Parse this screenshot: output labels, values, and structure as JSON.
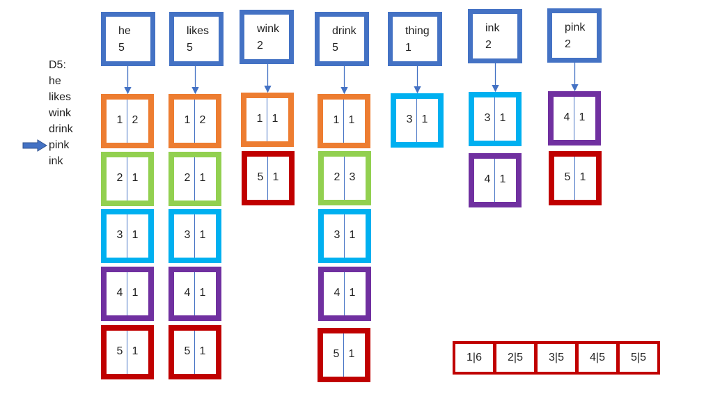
{
  "query": {
    "label": "D5:",
    "words": [
      "he",
      "likes",
      "wink",
      "drink",
      "pink",
      "ink"
    ],
    "highlighted": "pink"
  },
  "colors": {
    "term_border": "#4472c4",
    "doc1": "#ed7d31",
    "doc2": "#92d050",
    "doc3": "#00b0f0",
    "doc4": "#7030a0",
    "doc5": "#c00000",
    "connector": "#4472c4",
    "pointer_arrow": "#4472c4"
  },
  "terms": [
    {
      "word": "he",
      "df": "5",
      "postings": [
        {
          "doc": "1",
          "freq": "2"
        },
        {
          "doc": "2",
          "freq": "1"
        },
        {
          "doc": "3",
          "freq": "1"
        },
        {
          "doc": "4",
          "freq": "1"
        },
        {
          "doc": "5",
          "freq": "1"
        }
      ]
    },
    {
      "word": "likes",
      "df": "5",
      "postings": [
        {
          "doc": "1",
          "freq": "2"
        },
        {
          "doc": "2",
          "freq": "1"
        },
        {
          "doc": "3",
          "freq": "1"
        },
        {
          "doc": "4",
          "freq": "1"
        },
        {
          "doc": "5",
          "freq": "1"
        }
      ]
    },
    {
      "word": "wink",
      "df": "2",
      "postings": [
        {
          "doc": "1",
          "freq": "1"
        },
        {
          "doc": "5",
          "freq": "1"
        }
      ]
    },
    {
      "word": "drink",
      "df": "5",
      "postings": [
        {
          "doc": "1",
          "freq": "1"
        },
        {
          "doc": "2",
          "freq": "3"
        },
        {
          "doc": "3",
          "freq": "1"
        },
        {
          "doc": "4",
          "freq": "1"
        },
        {
          "doc": "5",
          "freq": "1"
        }
      ]
    },
    {
      "word": "thing",
      "df": "1",
      "postings": [
        {
          "doc": "3",
          "freq": "1"
        }
      ]
    },
    {
      "word": "ink",
      "df": "2",
      "postings": [
        {
          "doc": "3",
          "freq": "1"
        },
        {
          "doc": "4",
          "freq": "1"
        }
      ]
    },
    {
      "word": "pink",
      "df": "2",
      "postings": [
        {
          "doc": "4",
          "freq": "1"
        },
        {
          "doc": "5",
          "freq": "1"
        }
      ]
    }
  ],
  "scores": [
    "1|6",
    "2|5",
    "3|5",
    "4|5",
    "5|5"
  ]
}
